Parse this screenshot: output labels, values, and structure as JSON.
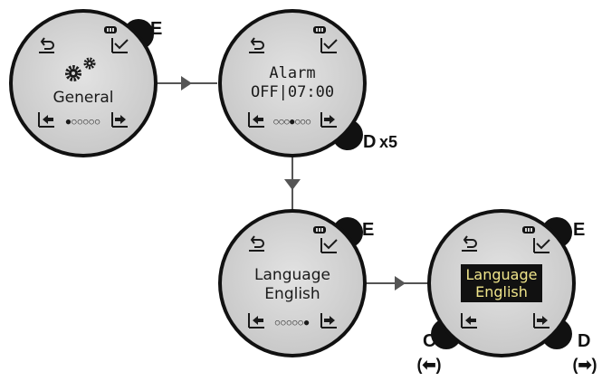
{
  "screens": [
    {
      "id": "general",
      "title": "General",
      "line2": "",
      "page_dots": "●○○○○○",
      "button_label": "E",
      "button_suffix": ""
    },
    {
      "id": "alarm",
      "title": "Alarm",
      "line2": "OFF|07:00",
      "page_dots": "○○○●○○○",
      "button_label": "D",
      "button_suffix": "x5"
    },
    {
      "id": "language",
      "title": "Language",
      "line2": "English",
      "page_dots": "○○○○○●",
      "button_label": "E",
      "button_suffix": ""
    },
    {
      "id": "language-edit",
      "title": "Language",
      "line2": "English",
      "button_label": "E",
      "left_button_label": "C",
      "left_button_arrow": "(⬅)",
      "right_button_label": "D",
      "right_button_arrow": "(➡)"
    }
  ],
  "colors": {
    "screen_fill": "#d4d4d4",
    "bezel": "#111111",
    "highlight_bg": "#111111",
    "highlight_text": "#f0e58a",
    "arrow": "#555555"
  },
  "icons": [
    "back-icon",
    "confirm-check-icon",
    "battery-icon",
    "gear-icon",
    "left-arrow-icon",
    "right-arrow-icon"
  ]
}
